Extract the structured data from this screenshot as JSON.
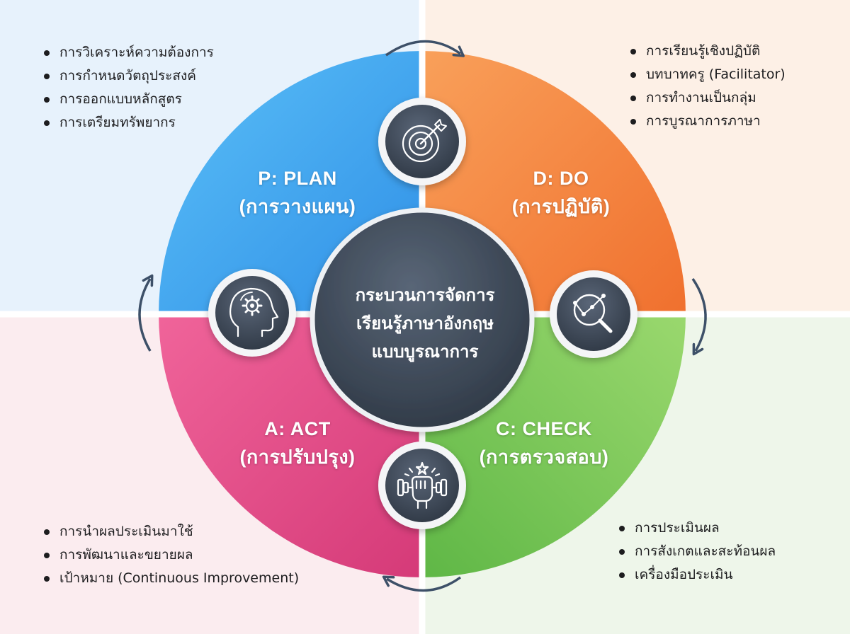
{
  "center": {
    "line1": "กระบวนการจัดการ",
    "line2": "เรียนรู้ภาษาอังกฤษ",
    "line3": "แบบบูรณาการ"
  },
  "phases": {
    "plan": {
      "title": "P: PLAN",
      "subtitle": "(การวางแผน)",
      "color": "#39a9ef"
    },
    "do": {
      "title": "D: DO",
      "subtitle": "(การปฏิบัติ)",
      "color": "#f5873a"
    },
    "check": {
      "title": "C: CHECK",
      "subtitle": "(การตรวจสอบ)",
      "color": "#74c655"
    },
    "act": {
      "title": "A: ACT",
      "subtitle": "(การปรับปรุง)",
      "color": "#e34f8e"
    }
  },
  "lists": {
    "plan": [
      "การวิเคราะห์ความต้องการ",
      "การกำหนดวัตถุประสงค์",
      "การออกแบบหลักสูตร",
      "การเตรียมทรัพยากร"
    ],
    "do": [
      "การเรียนรู้เชิงปฏิบัติ",
      "บทบาทครู (Facilitator)",
      "การทำงานเป็นกลุ่ม",
      "การบูรณาการภาษา"
    ],
    "act": [
      "การนำผลประเมินมาใช้",
      "การพัฒนาและขยายผล",
      "เป้าหมาย (Continuous Improvement)"
    ],
    "check": [
      "การประเมินผล",
      "การสังเกตและสะท้อนผล",
      "เครื่องมือประเมิน"
    ]
  },
  "icons": {
    "plan": "target-icon",
    "check": "magnifier-chart-icon",
    "act": "head-gear-icon",
    "do_bottom": "fist-dumbbell-icon"
  }
}
